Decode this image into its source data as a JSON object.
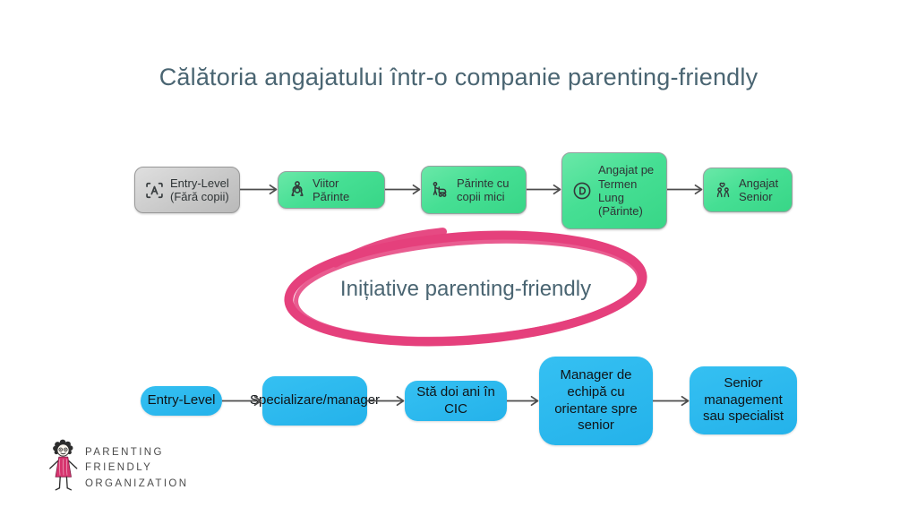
{
  "slide": {
    "title": "Călătoria angajatului într-o companie parenting-friendly"
  },
  "colors": {
    "title_text": "#4a6572",
    "green_node": "#46df94",
    "gray_node": "#c9c9c9",
    "blue_node": "#2ab9ef",
    "node_border": "#989898",
    "highlight_pink": "#e5407c",
    "arrow": "#4d4d4d",
    "logo_dress_pink": "#d6346e",
    "logo_text": "#4b4b4b"
  },
  "top_flow": {
    "nodes": [
      {
        "label": "Entry-Level (Fără copii)",
        "icon": "scan-a-icon",
        "variant": "gray"
      },
      {
        "label": "Viitor Părinte",
        "icon": "pregnant-person-icon",
        "variant": "green"
      },
      {
        "label": "Părinte cu copii mici",
        "icon": "parent-stroller-icon",
        "variant": "green"
      },
      {
        "label": "Angajat pe Termen Lung (Părinte)",
        "icon": "circled-d-icon",
        "variant": "green"
      },
      {
        "label": "Angajat Senior",
        "icon": "couple-heart-icon",
        "variant": "green"
      }
    ]
  },
  "highlight": {
    "label": "Inițiative parenting-friendly"
  },
  "bottom_flow": {
    "nodes": [
      {
        "label": "Entry-Level"
      },
      {
        "label": "Specializare/manager"
      },
      {
        "label": "Stă doi ani în CIC"
      },
      {
        "label": "Manager de echipă cu orientare spre senior"
      },
      {
        "label": "Senior management sau specialist"
      }
    ]
  },
  "logo": {
    "lines": [
      "PARENTING",
      "FRIENDLY",
      "ORGANIZATION"
    ]
  }
}
